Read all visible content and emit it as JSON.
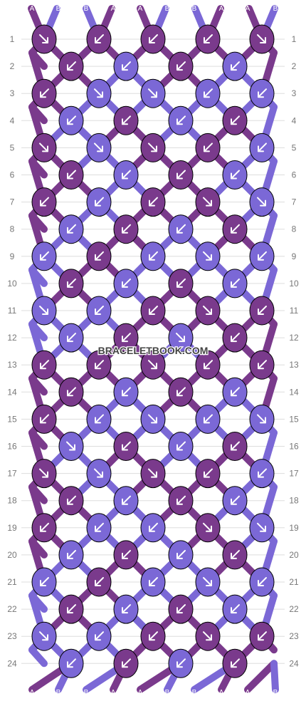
{
  "colors": {
    "A": "#7a3a8c",
    "B": "#7b68d6"
  },
  "watermark": "BRACELETBOOK.COM",
  "top_threads": [
    "A",
    "B",
    "B",
    "A",
    "A",
    "B",
    "B",
    "A",
    "A",
    "B"
  ],
  "bottom_threads": [
    "A",
    "B",
    "B",
    "A",
    "A",
    "B",
    "B",
    "A",
    "A",
    "B"
  ],
  "row_labels": [
    "1",
    "2",
    "3",
    "4",
    "5",
    "6",
    "7",
    "8",
    "9",
    "10",
    "11",
    "12",
    "13",
    "14",
    "15",
    "16",
    "17",
    "18",
    "19",
    "20",
    "21",
    "22",
    "23",
    "24"
  ],
  "knots": [
    [
      [
        "A",
        "se"
      ],
      [
        "A",
        "sw"
      ],
      [
        "A",
        "sw"
      ],
      [
        "A",
        "sw"
      ],
      [
        "A",
        "se"
      ]
    ],
    [
      [
        "A",
        "sw"
      ],
      [
        "B",
        "sw"
      ],
      [
        "A",
        "sw"
      ],
      [
        "B",
        "sw"
      ]
    ],
    [
      [
        "A",
        "sw"
      ],
      [
        "B",
        "se"
      ],
      [
        "B",
        "se"
      ],
      [
        "B",
        "sw"
      ],
      [
        "B",
        "sw"
      ]
    ],
    [
      [
        "B",
        "sw"
      ],
      [
        "A",
        "sw"
      ],
      [
        "B",
        "sw"
      ],
      [
        "A",
        "sw"
      ]
    ],
    [
      [
        "A",
        "se"
      ],
      [
        "B",
        "se"
      ],
      [
        "A",
        "se"
      ],
      [
        "A",
        "sw"
      ],
      [
        "B",
        "sw"
      ]
    ],
    [
      [
        "A",
        "sw"
      ],
      [
        "B",
        "sw"
      ],
      [
        "A",
        "sw"
      ],
      [
        "B",
        "sw"
      ]
    ],
    [
      [
        "A",
        "sw"
      ],
      [
        "B",
        "sw"
      ],
      [
        "A",
        "sw"
      ],
      [
        "A",
        "se"
      ],
      [
        "B",
        "se"
      ]
    ],
    [
      [
        "B",
        "sw"
      ],
      [
        "A",
        "sw"
      ],
      [
        "B",
        "sw"
      ],
      [
        "A",
        "sw"
      ]
    ],
    [
      [
        "B",
        "sw"
      ],
      [
        "A",
        "sw"
      ],
      [
        "B",
        "sw"
      ],
      [
        "B",
        "se"
      ],
      [
        "B",
        "sw"
      ]
    ],
    [
      [
        "A",
        "sw"
      ],
      [
        "B",
        "sw"
      ],
      [
        "A",
        "sw"
      ],
      [
        "B",
        "sw"
      ]
    ],
    [
      [
        "B",
        "se"
      ],
      [
        "B",
        "sw"
      ],
      [
        "A",
        "sw"
      ],
      [
        "A",
        "se"
      ],
      [
        "A",
        "sw"
      ]
    ],
    [
      [
        "B",
        "sw"
      ],
      [
        "A",
        "sw"
      ],
      [
        "B",
        "se"
      ],
      [
        "A",
        "sw"
      ]
    ],
    [
      [
        "A",
        "sw"
      ],
      [
        "A",
        "sw"
      ],
      [
        "A",
        "se"
      ],
      [
        "A",
        "sw"
      ],
      [
        "A",
        "sw"
      ]
    ],
    [
      [
        "A",
        "sw"
      ],
      [
        "B",
        "sw"
      ],
      [
        "A",
        "sw"
      ],
      [
        "B",
        "sw"
      ]
    ],
    [
      [
        "A",
        "sw"
      ],
      [
        "B",
        "sw"
      ],
      [
        "B",
        "se"
      ],
      [
        "B",
        "sw"
      ],
      [
        "B",
        "se"
      ]
    ],
    [
      [
        "B",
        "se"
      ],
      [
        "A",
        "sw"
      ],
      [
        "B",
        "sw"
      ],
      [
        "A",
        "sw"
      ]
    ],
    [
      [
        "A",
        "se"
      ],
      [
        "B",
        "se"
      ],
      [
        "A",
        "se"
      ],
      [
        "A",
        "sw"
      ],
      [
        "B",
        "sw"
      ]
    ],
    [
      [
        "A",
        "sw"
      ],
      [
        "B",
        "sw"
      ],
      [
        "A",
        "sw"
      ],
      [
        "B",
        "sw"
      ]
    ],
    [
      [
        "A",
        "sw"
      ],
      [
        "B",
        "sw"
      ],
      [
        "B",
        "sw"
      ],
      [
        "A",
        "se"
      ],
      [
        "B",
        "se"
      ]
    ],
    [
      [
        "B",
        "sw"
      ],
      [
        "A",
        "sw"
      ],
      [
        "B",
        "sw"
      ],
      [
        "A",
        "sw"
      ]
    ],
    [
      [
        "B",
        "sw"
      ],
      [
        "A",
        "sw"
      ],
      [
        "B",
        "sw"
      ],
      [
        "B",
        "se"
      ],
      [
        "B",
        "sw"
      ]
    ],
    [
      [
        "A",
        "sw"
      ],
      [
        "B",
        "sw"
      ],
      [
        "A",
        "sw"
      ],
      [
        "B",
        "sw"
      ]
    ],
    [
      [
        "B",
        "se"
      ],
      [
        "B",
        "sw"
      ],
      [
        "A",
        "sw"
      ],
      [
        "A",
        "se"
      ],
      [
        "A",
        "sw"
      ]
    ],
    [
      [
        "B",
        "sw"
      ],
      [
        "A",
        "sw"
      ],
      [
        "B",
        "sw"
      ],
      [
        "A",
        "sw"
      ]
    ]
  ]
}
